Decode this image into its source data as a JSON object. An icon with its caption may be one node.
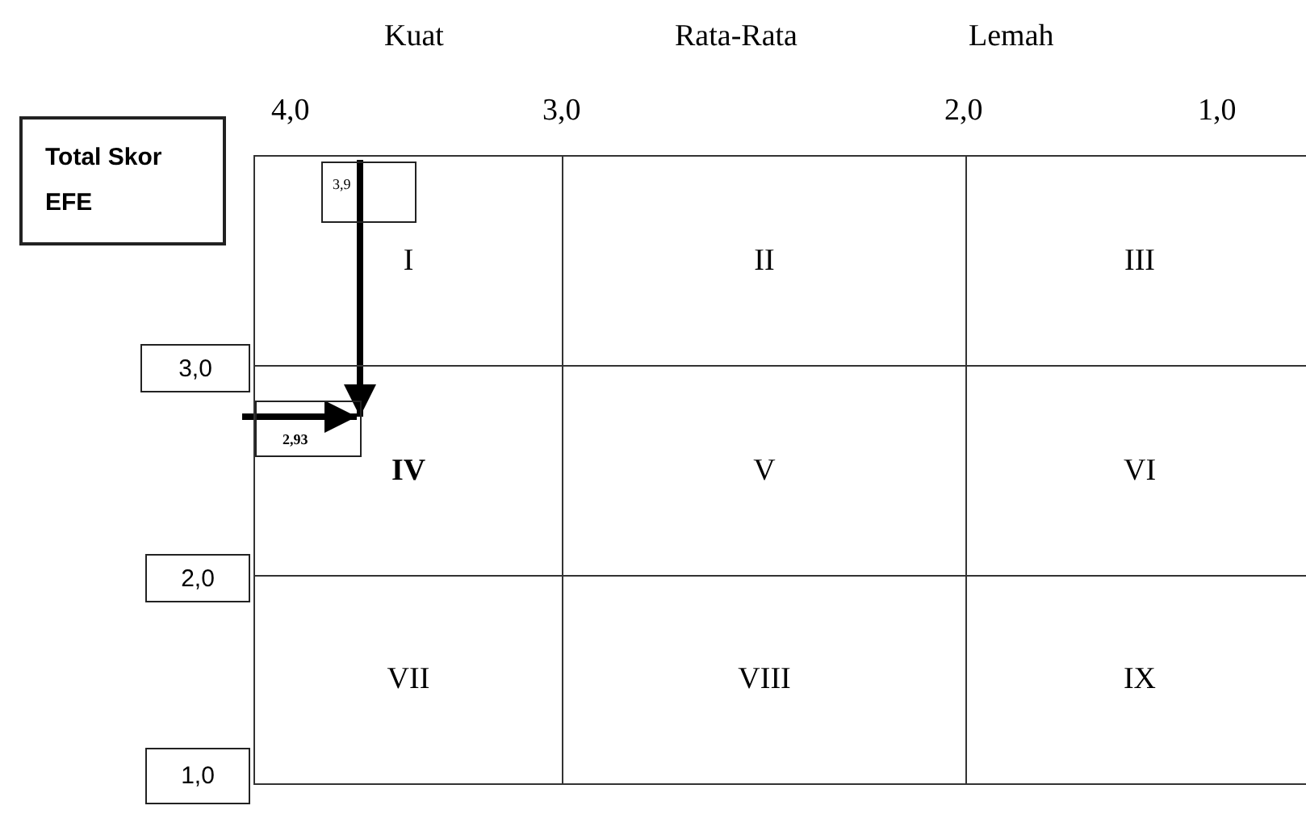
{
  "diagram": {
    "nodes": [
      {
        "text": [
          "Total Skor",
          "EFE"
        ]
      },
      {
        "text": [
          "3,9"
        ],
        "in": 2
      },
      {
        "text": [
          "I"
        ]
      },
      {
        "text": [
          "II"
        ]
      },
      {
        "text": [
          "III"
        ]
      },
      {
        "text": [
          "3,0"
        ]
      },
      {
        "text": [
          "2,93"
        ],
        "in": 7
      },
      {
        "text": [
          "IV"
        ]
      },
      {
        "text": [
          "V"
        ]
      },
      {
        "text": [
          "VI"
        ]
      },
      {
        "text": [
          "2,0"
        ]
      },
      {
        "text": [
          "VII"
        ]
      },
      {
        "text": [
          "VIII"
        ]
      },
      {
        "text": [
          "IX"
        ]
      },
      {
        "text": [
          "1,0"
        ]
      }
    ],
    "edges": [
      {
        "from": 1,
        "to": 6,
        "arrow": "to"
      },
      {
        "from": null,
        "to": 6,
        "arrow": "to"
      }
    ],
    "labels": [
      "Kuat",
      "Rata-Rata",
      "Lemah",
      "4,0",
      "3,0",
      "2,0",
      "1,0"
    ]
  }
}
